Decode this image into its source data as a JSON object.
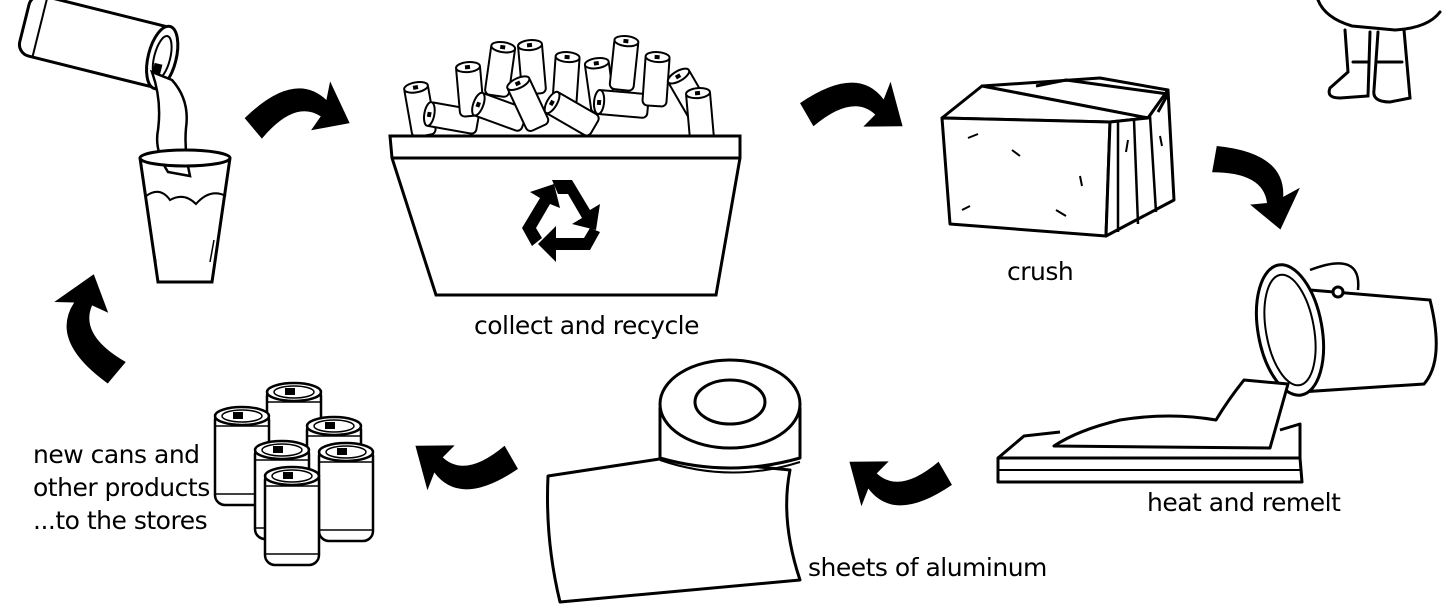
{
  "colors": {
    "ink": "#000000",
    "paper": "#ffffff"
  },
  "labels": {
    "collect": "collect and recycle",
    "crush": "crush",
    "heat": "heat and remelt",
    "sheets": "sheets of aluminum",
    "new_products": "new cans and\nother products\n...to the stores"
  },
  "icons": [
    "can-pouring-icon",
    "glass-icon",
    "recycle-bin-icon",
    "recycle-symbol-icon",
    "crushed-bale-icon",
    "pouring-bucket-icon",
    "molten-tray-icon",
    "aluminum-roll-icon",
    "new-cans-icon",
    "person-legs-icon",
    "flow-arrow-icon"
  ]
}
